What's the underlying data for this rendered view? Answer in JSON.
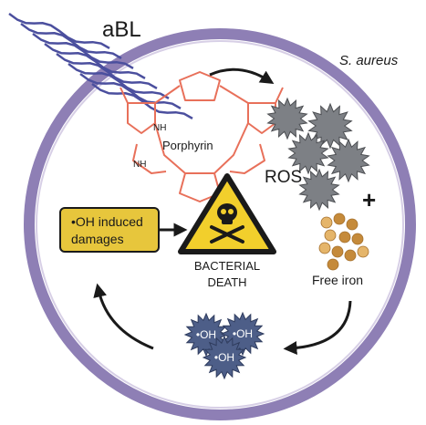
{
  "light_label": "aBL",
  "organism_label": "S. aureus",
  "photosensitizer_label": "Porphyrin",
  "porphyrin_nh_top": "NH",
  "porphyrin_nh_bottom": "NH",
  "ros_label": "ROS",
  "plus_sign": "+",
  "iron_label": "Free iron",
  "hydroxyl_label": "•OH",
  "damage_box": {
    "line1": "•OH induced",
    "line2": "damages"
  },
  "outcome": {
    "line1": "BACTERIAL",
    "line2": "DEATH"
  },
  "colors": {
    "membrane": "#8e7fb5",
    "light_waves": "#4b4f9e",
    "porphyrin": "#e8705a",
    "ros": "#7d8085",
    "hydroxyl": "#4d5e88",
    "warning_fill": "#f2cf2c",
    "damage_box_fill": "#e7c63c",
    "iron": "#c58a3a"
  },
  "icons": [
    "light-wave-icon",
    "porphyrin-structure-icon",
    "ros-burst-icon",
    "iron-particles-icon",
    "hydroxyl-radical-icon",
    "skull-warning-icon",
    "cycle-arrow-icon"
  ]
}
